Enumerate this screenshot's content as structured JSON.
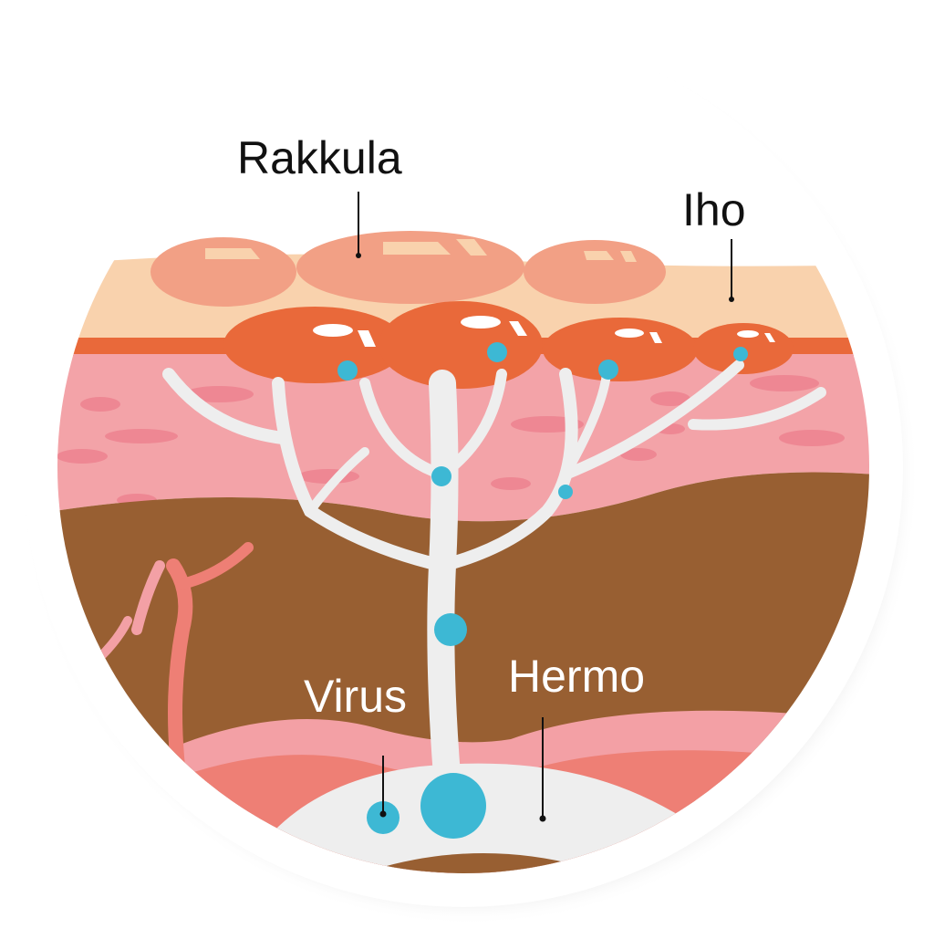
{
  "diagram": {
    "title": "Skin cross-section with blisters and nerve",
    "labels": {
      "rakkula": "Rakkula",
      "iho": "Iho",
      "virus": "Virus",
      "hermo": "Hermo"
    },
    "colors": {
      "background": "#ffffff",
      "circle_shadow": "#e6e6e6",
      "epidermis_top": "#f9d2ad",
      "blister_outer": "#f2a085",
      "blister_highlight": "#f9d2ad",
      "orange_band": "#e9693a",
      "dermis_pink": "#f3a3a8",
      "dermis_spots": "#ee8793",
      "subcutis_brown": "#985f32",
      "nerve_white": "#eeeeee",
      "virus_blue": "#3db8d4",
      "deep_pink": "#f3a0a5",
      "deep_salmon": "#ee7f75",
      "leader_line": "#111111"
    }
  }
}
